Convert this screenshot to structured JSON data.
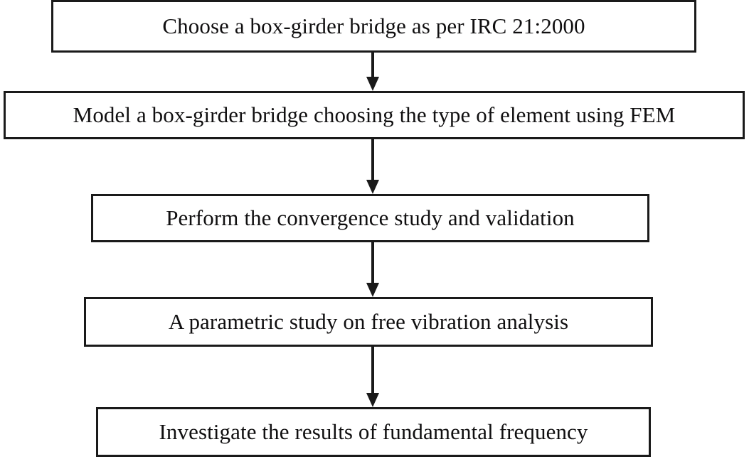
{
  "diagram": {
    "type": "flowchart",
    "orientation": "vertical",
    "title": "",
    "colors": {
      "box_border": "#1a1a1a",
      "box_fill": "#ffffff",
      "text": "#100f10",
      "arrow": "#1a1a1a",
      "background": "#ffffff"
    },
    "nodes": [
      {
        "id": "node-1",
        "step": 1,
        "label": "Choose a box-girder bridge as per IRC 21:2000"
      },
      {
        "id": "node-2",
        "step": 2,
        "label": "Model a box-girder bridge choosing the type of element using FEM"
      },
      {
        "id": "node-3",
        "step": 3,
        "label": "Perform the convergence study and validation"
      },
      {
        "id": "node-4",
        "step": 4,
        "label": "A parametric study on free vibration analysis"
      },
      {
        "id": "node-5",
        "step": 5,
        "label": "Investigate the results of fundamental frequency"
      }
    ],
    "edges": [
      {
        "id": "edge-1",
        "from": "node-1",
        "to": "node-2",
        "label": "",
        "arrowhead": "solid-triangle"
      },
      {
        "id": "edge-2",
        "from": "node-2",
        "to": "node-3",
        "label": "",
        "arrowhead": "solid-triangle"
      },
      {
        "id": "edge-3",
        "from": "node-3",
        "to": "node-4",
        "label": "",
        "arrowhead": "solid-triangle"
      },
      {
        "id": "edge-4",
        "from": "node-4",
        "to": "node-5",
        "label": "",
        "arrowhead": "solid-triangle"
      }
    ]
  }
}
